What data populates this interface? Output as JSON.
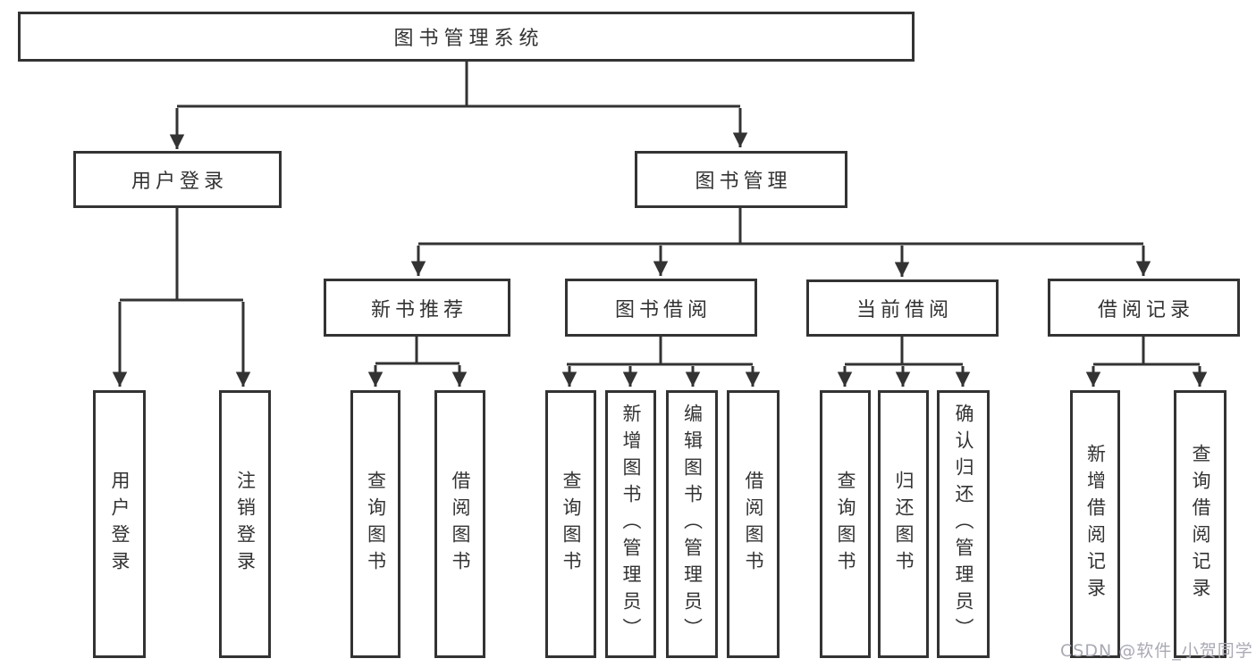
{
  "diagram": {
    "root": {
      "label": "图书管理系统"
    },
    "branches": [
      {
        "label": "用户登录",
        "children": [
          {
            "label": "用户登录"
          },
          {
            "label": "注销登录"
          }
        ]
      },
      {
        "label": "图书管理",
        "children": [
          {
            "label": "新书推荐",
            "children": [
              {
                "label": "查询图书"
              },
              {
                "label": "借阅图书"
              }
            ]
          },
          {
            "label": "图书借阅",
            "children": [
              {
                "label": "查询图书"
              },
              {
                "label": "新增图书（管理员）"
              },
              {
                "label": "编辑图书（管理员）"
              },
              {
                "label": "借阅图书"
              }
            ]
          },
          {
            "label": "当前借阅",
            "children": [
              {
                "label": "查询图书"
              },
              {
                "label": "归还图书"
              },
              {
                "label": "确认归还（管理员）"
              }
            ]
          },
          {
            "label": "借阅记录",
            "children": [
              {
                "label": "新增借阅记录"
              },
              {
                "label": "查询借阅记录"
              }
            ]
          }
        ]
      }
    ]
  },
  "watermark": {
    "text": "CSDN @软件_小贺同学"
  },
  "colors": {
    "line": "#333333",
    "text": "#333333",
    "box_background": "#ffffff",
    "watermark": "#a9aab4",
    "page_background": "#ffffff"
  }
}
